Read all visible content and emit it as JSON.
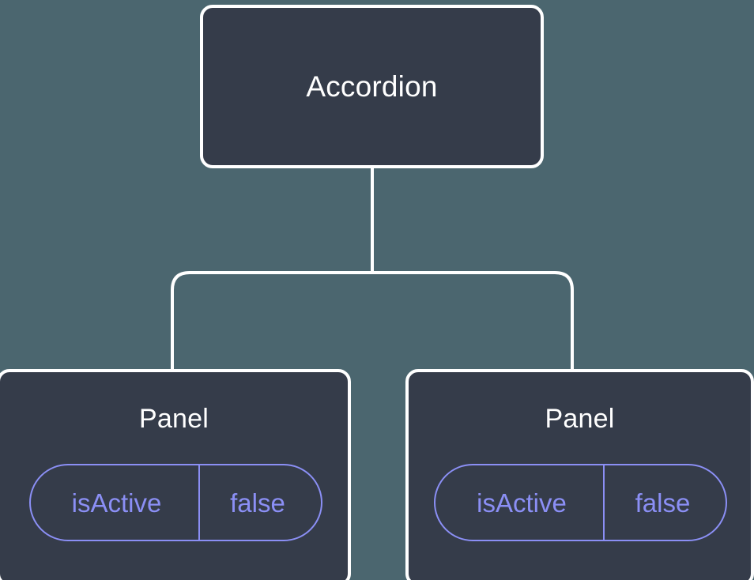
{
  "diagram": {
    "type": "component-tree",
    "background_color": "#4b666f",
    "node_fill_color": "#353c4a",
    "node_border_color": "#ffffff",
    "edge_color": "#ffffff",
    "badge_color": "#8b8ff5",
    "title_color": "#ffffff"
  },
  "root": {
    "label": "Accordion"
  },
  "children": [
    {
      "label": "Panel",
      "props": [
        {
          "key": "isActive",
          "value": "false"
        }
      ]
    },
    {
      "label": "Panel",
      "props": [
        {
          "key": "isActive",
          "value": "false"
        }
      ]
    }
  ]
}
